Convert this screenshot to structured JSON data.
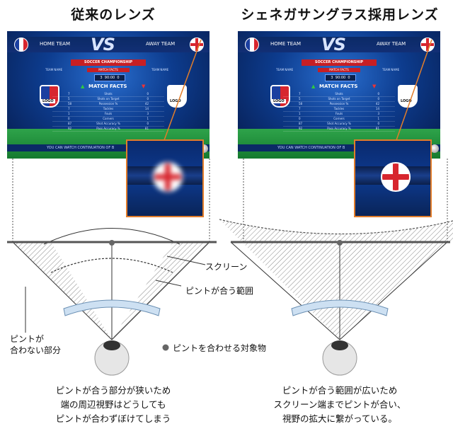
{
  "titles": {
    "left": "従来のレンズ",
    "right": "シェネガサングラス採用レンズ"
  },
  "screen": {
    "home_team": "HOME TEAM",
    "away_team": "AWAY TEAM",
    "vs": "VS",
    "banner": "SOCCER CHAMPIONSHIP",
    "match_facts_sub": "MATCH FACTS",
    "team_name": "TEAM NAME",
    "score_left": "3",
    "time": "90:00",
    "score_right": "0",
    "match_facts": "MATCH FACTS",
    "logo": "LOGO",
    "stats": [
      {
        "v1": "7",
        "name": "Shots",
        "v2": "0"
      },
      {
        "v1": "5",
        "name": "Shots on Target",
        "v2": "0"
      },
      {
        "v1": "58",
        "name": "Possession %",
        "v2": "42"
      },
      {
        "v1": "7",
        "name": "Tackles",
        "v2": "14"
      },
      {
        "v1": "1",
        "name": "Fouls",
        "v2": "3"
      },
      {
        "v1": "0",
        "name": "Corners",
        "v2": "1"
      },
      {
        "v1": "87",
        "name": "Shot Accuracy %",
        "v2": "0"
      },
      {
        "v1": "92",
        "name": "Pass Accuracy %",
        "v2": "81"
      }
    ],
    "bottom_text": "YOU CAN WATCH CONTINUATION OF B"
  },
  "labels": {
    "screen": "スクリーン",
    "focus_range": "ピントが合う範囲",
    "out_of_focus_line1": "ピントが",
    "out_of_focus_line2": "合わない部分",
    "focus_object": "ピントを合わせる対象物"
  },
  "captions": {
    "left": [
      "ピントが合う部分が狭いため",
      "端の周辺視野はどうしても",
      "ピントが合わずぼけてしまう"
    ],
    "right": [
      "ピントが合う範囲が広いため",
      "スクリーン端までピントが合い、",
      "視野の拡大に繋がっている。"
    ]
  },
  "colors": {
    "zoom_border": "#e27d2a",
    "highlight_red": "#d7262e"
  }
}
